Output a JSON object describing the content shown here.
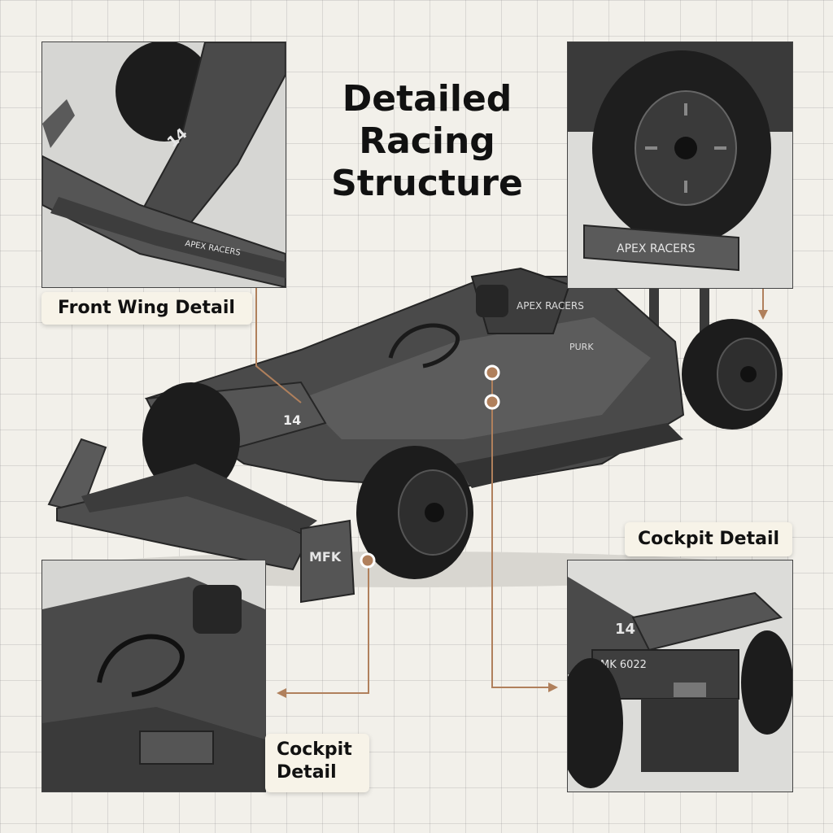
{
  "title": {
    "line1": "Detailed",
    "line2": "Racing",
    "line3": "Structure"
  },
  "labels": {
    "front_wing": "Front Wing Detail",
    "cockpit_right": "Cockpit Detail",
    "cockpit_left_line1": "Cockpit",
    "cockpit_left_line2": "Detail"
  },
  "car_markings": {
    "number": "14",
    "sponsor": "APEX RACERS",
    "rear_wing_text": "APEX RACERS",
    "sidepod_text": "PURK",
    "endplate_text": "MFK",
    "front_wing_text": "APEX RACERS",
    "rear_id": "MK 6022"
  },
  "colors": {
    "accent": "#b0805c",
    "body": "#4a4a4a",
    "tire": "#1c1c1c",
    "label_bg": "#f7f3e8",
    "background": "#f2f0ea"
  }
}
